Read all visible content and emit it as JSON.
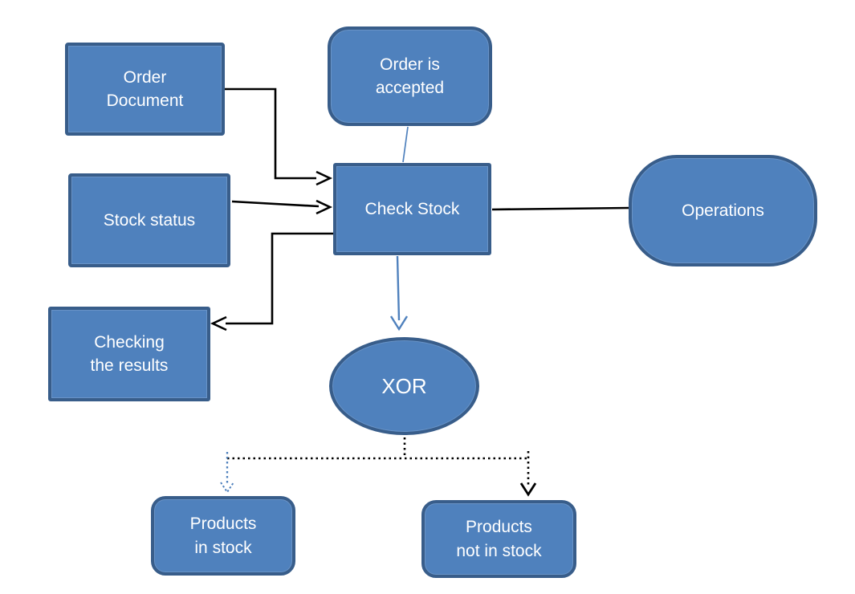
{
  "diagram": {
    "type": "flowchart",
    "colors": {
      "node_fill": "#4f81bd",
      "node_border": "#385d8a",
      "node_text": "#ffffff",
      "connector_black": "#000000",
      "connector_blue": "#4f81bd",
      "background": "#ffffff"
    },
    "nodes": {
      "order_document": {
        "label": "Order\nDocument",
        "shape": "rectangle"
      },
      "order_is_accepted": {
        "label": "Order is\naccepted",
        "shape": "rounded-rectangle"
      },
      "stock_status": {
        "label": "Stock status",
        "shape": "rectangle"
      },
      "check_stock": {
        "label": "Check Stock",
        "shape": "rectangle"
      },
      "operations": {
        "label": "Operations",
        "shape": "stadium"
      },
      "checking_the_results": {
        "label": "Checking\nthe results",
        "shape": "rectangle"
      },
      "xor": {
        "label": "XOR",
        "shape": "ellipse"
      },
      "products_in_stock": {
        "label": "Products\nin stock",
        "shape": "rounded-rectangle"
      },
      "products_not_in_stock": {
        "label": "Products\nnot in stock",
        "shape": "rounded-rectangle"
      }
    },
    "edges": [
      {
        "from": "order_document",
        "to": "check_stock",
        "line": "solid",
        "color": "black",
        "arrowhead": true
      },
      {
        "from": "order_is_accepted",
        "to": "check_stock",
        "line": "solid",
        "color": "blue",
        "arrowhead": false
      },
      {
        "from": "stock_status",
        "to": "check_stock",
        "line": "solid",
        "color": "black",
        "arrowhead": true
      },
      {
        "from": "check_stock",
        "to": "checking_the_results",
        "line": "solid",
        "color": "black",
        "arrowhead": true
      },
      {
        "from": "check_stock",
        "to": "operations",
        "line": "solid",
        "color": "black",
        "arrowhead": false
      },
      {
        "from": "check_stock",
        "to": "xor",
        "line": "solid",
        "color": "blue",
        "arrowhead": true
      },
      {
        "from": "xor",
        "to": "products_in_stock",
        "line": "dotted",
        "color": "blue",
        "arrowhead": true
      },
      {
        "from": "xor",
        "to": "products_not_in_stock",
        "line": "dotted",
        "color": "black",
        "arrowhead": true
      }
    ]
  }
}
